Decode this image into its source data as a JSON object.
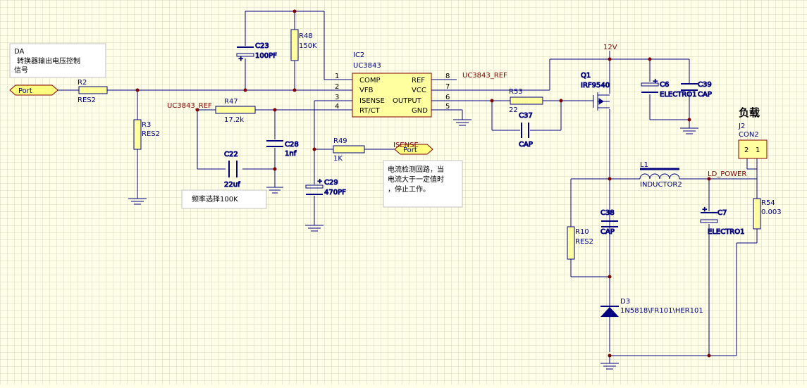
{
  "notes": {
    "da_title": "DA",
    "da_line1": "转换器输出电压控制",
    "da_line2": "信号",
    "freq_select": "频率选择100K",
    "isense_line1": "电流检测回路，当",
    "isense_line2": "电流大于一定值时",
    "isense_line3": "，停止工作。",
    "load": "负载"
  },
  "ports": {
    "port_left": "Port",
    "port_isense": "Port"
  },
  "nets": {
    "uc_ref_left": "UC3843_REF",
    "uc_ref_right": "UC3843_REF",
    "isense": "ISENSE",
    "supply": "12V",
    "ld_power": "LD_POWER"
  },
  "ic": {
    "designator": "IC2",
    "part": "UC3843",
    "pins_left": [
      {
        "num": "1",
        "name": "COMP"
      },
      {
        "num": "2",
        "name": "VFB"
      },
      {
        "num": "3",
        "name": "ISENSE"
      },
      {
        "num": "4",
        "name": "RT/CT"
      }
    ],
    "pins_right": [
      {
        "num": "8",
        "name": "REF"
      },
      {
        "num": "7",
        "name": "VCC"
      },
      {
        "num": "6",
        "name": "OUTPUT"
      },
      {
        "num": "5",
        "name": "GND"
      }
    ]
  },
  "components": {
    "r2": {
      "ref": "R2",
      "val": "RES2"
    },
    "r3": {
      "ref": "R3",
      "val": "RES2"
    },
    "c23": {
      "ref": "C23",
      "val": "100PF"
    },
    "r48": {
      "ref": "R48",
      "val": "150K"
    },
    "r47": {
      "ref": "R47",
      "val": "17.2k"
    },
    "c28": {
      "ref": "C28",
      "val": "1nf"
    },
    "c22": {
      "ref": "C22",
      "val": "22uf"
    },
    "c29": {
      "ref": "C29",
      "val": "470PF"
    },
    "r49": {
      "ref": "R49",
      "val": "1K"
    },
    "r53": {
      "ref": "R53",
      "val": "22"
    },
    "c37": {
      "ref": "C37",
      "val": "CAP"
    },
    "q1": {
      "ref": "Q1",
      "val": "IRF9540"
    },
    "c6": {
      "ref": "C6",
      "val": "ELECTRO1"
    },
    "c39": {
      "ref": "C39",
      "val": "CAP"
    },
    "l1": {
      "ref": "L1",
      "val": "INDUCTOR2"
    },
    "c38": {
      "ref": "C38",
      "val": "CAP"
    },
    "r10": {
      "ref": "R10",
      "val": "RES2"
    },
    "c7": {
      "ref": "C7",
      "val": "ELECTRO1"
    },
    "j2": {
      "ref": "J2",
      "val": "CON2",
      "pin2": "2",
      "pin1": "1"
    },
    "r54": {
      "ref": "R54",
      "val": "0.003"
    },
    "d3": {
      "ref": "D3",
      "val": "1N5818\\FR101\\HER101"
    }
  },
  "colors": {
    "background": "#ffffe8",
    "grid": "#d4d4c0",
    "wire": "#000080",
    "body_fill": "#ffffa0",
    "net_label": "#800000",
    "junction": "#800000",
    "note_bg": "#ffffff"
  }
}
